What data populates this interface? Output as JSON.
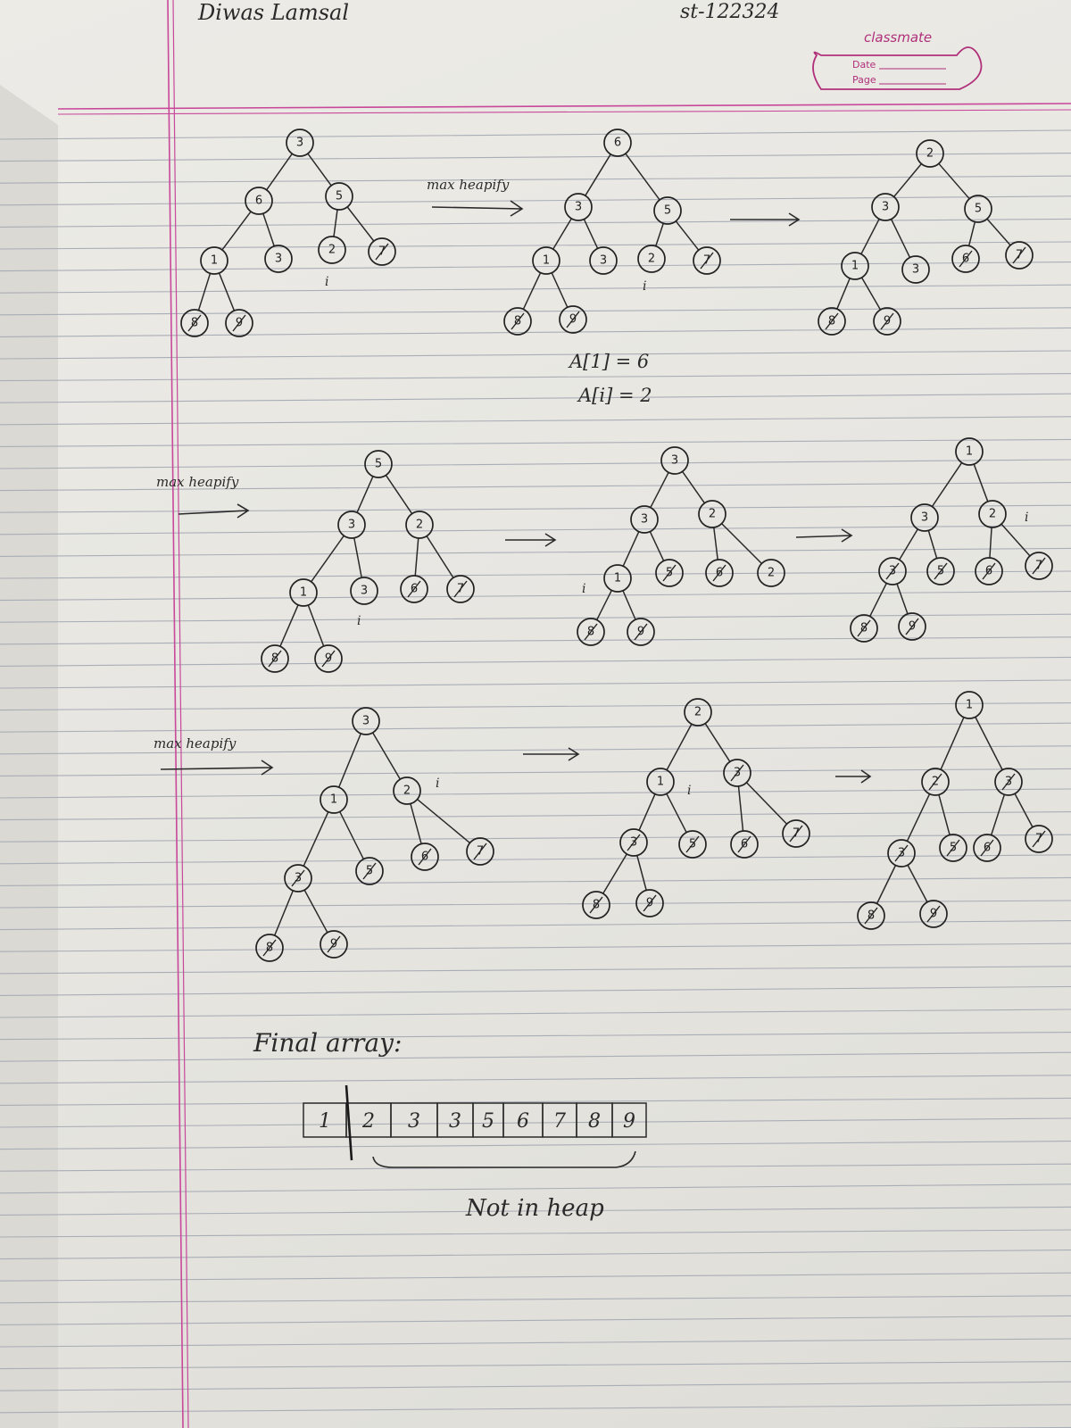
{
  "header": {
    "name": "Diwas Lamsal",
    "student_id": "st-122324",
    "brand": "classmate",
    "date_label": "Date",
    "page_label": "Page"
  },
  "labels": {
    "max_heapify": "max heapify",
    "index_marker": "i",
    "eq_line_1": "A[1] = 6",
    "eq_line_2": "A[i] = 2",
    "final_array_title": "Final array:",
    "not_in_heap": "Not in heap"
  },
  "trees": [
    {
      "id": "row1-tree1",
      "nodes": [
        {
          "v": "3"
        },
        {
          "v": "6"
        },
        {
          "v": "5"
        },
        {
          "v": "1"
        },
        {
          "v": "3"
        },
        {
          "v": "2"
        },
        {
          "v": "7",
          "crossed": true
        },
        {
          "v": "8",
          "crossed": true
        },
        {
          "v": "9",
          "crossed": true
        }
      ]
    },
    {
      "id": "row1-tree2",
      "nodes": [
        {
          "v": "6"
        },
        {
          "v": "3"
        },
        {
          "v": "5"
        },
        {
          "v": "1"
        },
        {
          "v": "3"
        },
        {
          "v": "2"
        },
        {
          "v": "7",
          "crossed": true
        },
        {
          "v": "8",
          "crossed": true
        },
        {
          "v": "9",
          "crossed": true
        }
      ]
    },
    {
      "id": "row1-tree3",
      "nodes": [
        {
          "v": "2"
        },
        {
          "v": "3"
        },
        {
          "v": "5"
        },
        {
          "v": "1"
        },
        {
          "v": "3"
        },
        {
          "v": "6",
          "crossed": true
        },
        {
          "v": "7",
          "crossed": true
        },
        {
          "v": "8",
          "crossed": true
        },
        {
          "v": "9",
          "crossed": true
        }
      ]
    },
    {
      "id": "row2-tree1",
      "nodes": [
        {
          "v": "5"
        },
        {
          "v": "3"
        },
        {
          "v": "2"
        },
        {
          "v": "1"
        },
        {
          "v": "3"
        },
        {
          "v": "6",
          "crossed": true
        },
        {
          "v": "7",
          "crossed": true
        },
        {
          "v": "8",
          "crossed": true
        },
        {
          "v": "9",
          "crossed": true
        }
      ]
    },
    {
      "id": "row2-tree2",
      "nodes": [
        {
          "v": "3"
        },
        {
          "v": "3"
        },
        {
          "v": "2"
        },
        {
          "v": "1"
        },
        {
          "v": "5",
          "crossed": true
        },
        {
          "v": "6",
          "crossed": true
        },
        {
          "v": "2"
        },
        {
          "v": "8",
          "crossed": true
        },
        {
          "v": "9",
          "crossed": true
        }
      ]
    },
    {
      "id": "row2-tree3",
      "nodes": [
        {
          "v": "1"
        },
        {
          "v": "3"
        },
        {
          "v": "2"
        },
        {
          "v": "3",
          "crossed": true
        },
        {
          "v": "5",
          "crossed": true
        },
        {
          "v": "6",
          "crossed": true
        },
        {
          "v": "7",
          "crossed": true
        },
        {
          "v": "8",
          "crossed": true
        },
        {
          "v": "9",
          "crossed": true
        }
      ]
    },
    {
      "id": "row3-tree1",
      "nodes": [
        {
          "v": "3"
        },
        {
          "v": "1"
        },
        {
          "v": "2"
        },
        {
          "v": "3",
          "crossed": true
        },
        {
          "v": "5",
          "crossed": true
        },
        {
          "v": "6",
          "crossed": true
        },
        {
          "v": "7",
          "crossed": true
        },
        {
          "v": "8",
          "crossed": true
        },
        {
          "v": "9",
          "crossed": true
        }
      ]
    },
    {
      "id": "row3-tree2",
      "nodes": [
        {
          "v": "2"
        },
        {
          "v": "1"
        },
        {
          "v": "3",
          "crossed": true
        },
        {
          "v": "3",
          "crossed": true
        },
        {
          "v": "5",
          "crossed": true
        },
        {
          "v": "6",
          "crossed": true
        },
        {
          "v": "7",
          "crossed": true
        },
        {
          "v": "8",
          "crossed": true
        },
        {
          "v": "9",
          "crossed": true
        }
      ]
    },
    {
      "id": "row3-tree3",
      "nodes": [
        {
          "v": "1"
        },
        {
          "v": "2",
          "crossed": true
        },
        {
          "v": "3",
          "crossed": true
        },
        {
          "v": "3",
          "crossed": true
        },
        {
          "v": "5",
          "crossed": true
        },
        {
          "v": "6",
          "crossed": true
        },
        {
          "v": "7",
          "crossed": true
        },
        {
          "v": "8",
          "crossed": true
        },
        {
          "v": "9",
          "crossed": true
        }
      ]
    }
  ],
  "final_array": [
    "1",
    "2",
    "3",
    "3",
    "5",
    "6",
    "7",
    "8",
    "9"
  ],
  "colors": {
    "ink": "#2a2a2a",
    "margin_pink": "#c8489a",
    "rule_line": "#a9adb6",
    "paper": "#e9e8e3"
  }
}
